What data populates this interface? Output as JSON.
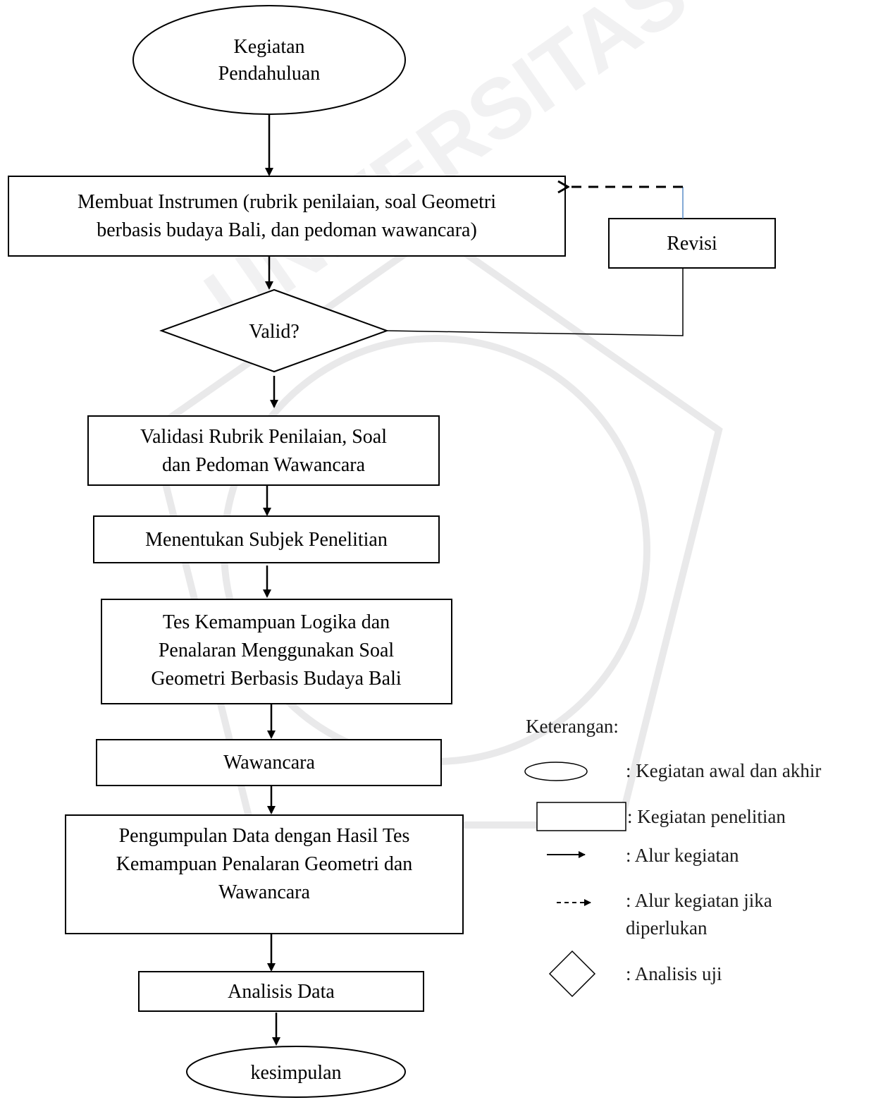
{
  "nodes": {
    "start": [
      "Kegiatan",
      "Pendahuluan"
    ],
    "instrument": [
      "Membuat Instrumen (rubrik penilaian, soal Geometri",
      "berbasis budaya Bali, dan pedoman wawancara)"
    ],
    "revisi": [
      "Revisi"
    ],
    "valid": [
      "Valid?"
    ],
    "validasi": [
      "Validasi Rubrik Penilaian, Soal",
      "dan Pedoman Wawancara"
    ],
    "subjek": [
      "Menentukan Subjek Penelitian"
    ],
    "tes": [
      "Tes Kemampuan Logika dan",
      "Penalaran Menggunakan Soal",
      "Geometri Berbasis Budaya Bali"
    ],
    "wawancara": [
      "Wawancara"
    ],
    "pengumpulan": [
      "Pengumpulan Data dengan Hasil Tes",
      "Kemampuan Penalaran Geometri dan",
      "Wawancara"
    ],
    "analisis": [
      "Analisis Data"
    ],
    "end": [
      "kesimpulan"
    ]
  },
  "legend": {
    "title": "Keterangan:",
    "items": [
      {
        "symbol": "ellipse",
        "label": ": Kegiatan awal dan akhir"
      },
      {
        "symbol": "rectangle",
        "label": ": Kegiatan penelitian"
      },
      {
        "symbol": "solid-arrow",
        "label": ": Alur kegiatan"
      },
      {
        "symbol": "dashed-arrow",
        "label": [
          ": Alur kegiatan jika",
          "diperlukan"
        ]
      },
      {
        "symbol": "diamond",
        "label": ": Analisis uji"
      }
    ]
  },
  "watermark": {
    "text": "UNIVERSITAS JEMBER"
  }
}
